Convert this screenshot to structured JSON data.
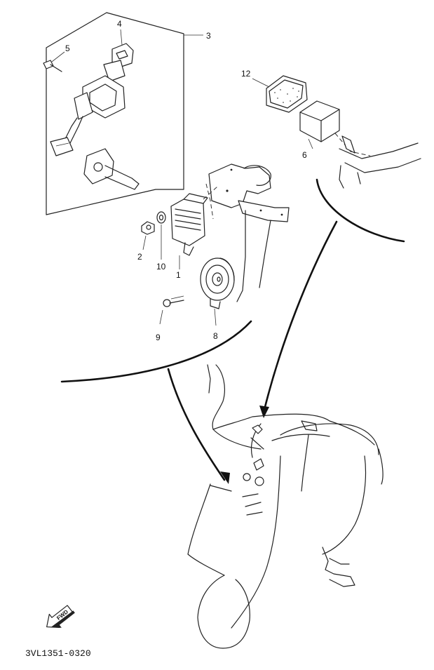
{
  "callouts": {
    "c1": "1",
    "c2": "2",
    "c3": "3",
    "c4": "4",
    "c5": "5",
    "c6": "6",
    "c8": "8",
    "c9": "9",
    "c10": "10",
    "c12": "12"
  },
  "fwd_label": "FWD",
  "diagram_code": "3VL1351-0320"
}
